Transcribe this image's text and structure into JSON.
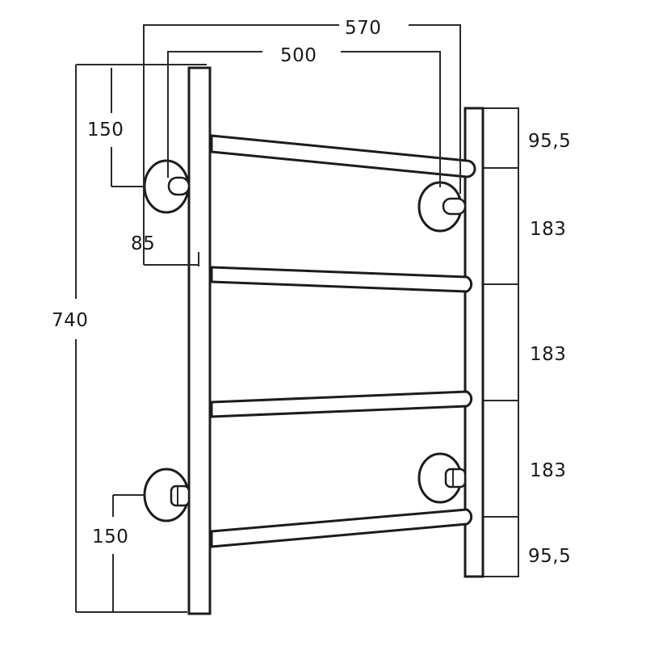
{
  "dimensions": {
    "overall_width": "570",
    "rail_span": "500",
    "overall_height": "740",
    "top_bracket_offset": "150",
    "bottom_bracket_offset": "150",
    "bracket_projection": "85",
    "segments": [
      "95,5",
      "183",
      "183",
      "183",
      "95,5"
    ]
  },
  "colors": {
    "line": "#1c1c1c",
    "background": "#ffffff"
  }
}
